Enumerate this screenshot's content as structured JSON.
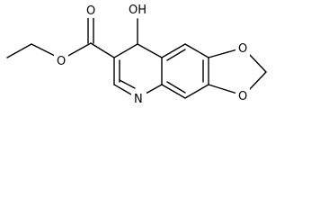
{
  "molecule": {
    "atoms": {
      "hydroxyl": "OH",
      "ester_carbonyl_oxygen": "O",
      "ester_alkoxy_oxygen": "O",
      "ring_nitrogen": "N",
      "dioxole_oxygen_top": "O",
      "dioxole_oxygen_bottom": "O"
    }
  }
}
